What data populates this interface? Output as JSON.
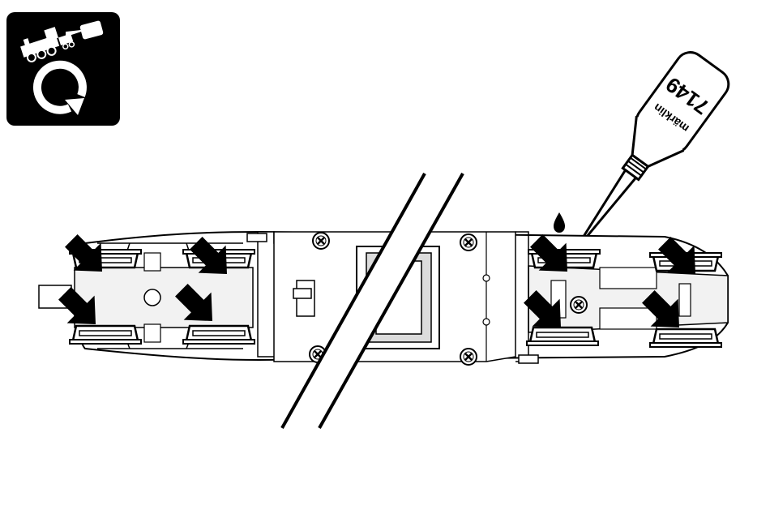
{
  "icon": {
    "name": "locomotive-oiling-maintenance-icon"
  },
  "oil_bottle": {
    "brand": "märklin",
    "number": "7149",
    "icon": "oil-bottle-icon"
  },
  "diagram": {
    "subject": "locomotive-underside",
    "oil_points": 8,
    "arrow_icon": "oil-point-arrow-icon",
    "drop_icon": "oil-drop-icon",
    "break_mark_icon": "break-lines-icon"
  },
  "colors": {
    "ink": "#000000",
    "paper": "#ffffff",
    "light_gray": "#f2f2f2",
    "mid_gray": "#dcdcdc"
  }
}
